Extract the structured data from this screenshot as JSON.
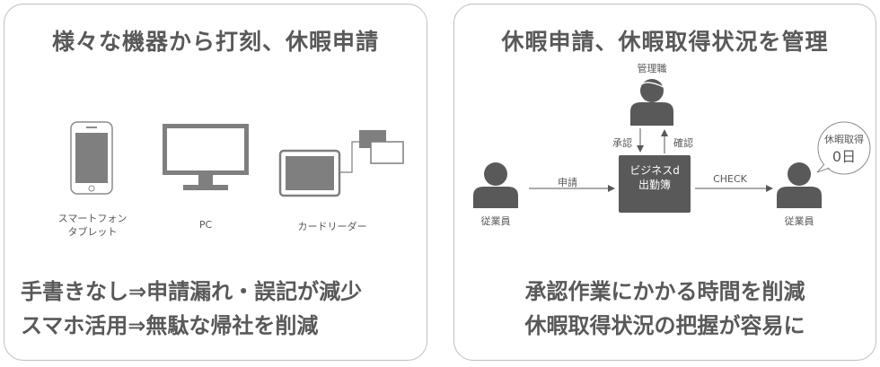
{
  "left_panel": {
    "title": "様々な機器から打刻、休暇申請",
    "device_labels": {
      "smartphone_line1": "スマートフォン",
      "smartphone_line2": "タブレット",
      "pc": "PC",
      "card_reader": "カードリーダー"
    },
    "bottom_line1": "手書きなし⇒申請漏れ・誤記が減少",
    "bottom_line2": "スマホ活用⇒無駄な帰社を削減"
  },
  "right_panel": {
    "title": "休暇申請、休暇取得状況を管理",
    "manager_label": "管理職",
    "approve_label": "承認",
    "confirm_label": "確認",
    "apply_label": "申請",
    "check_label": "CHECK",
    "employee_label_left": "従業員",
    "employee_label_right": "従業員",
    "system_box_line1": "ビジネスd",
    "system_box_line2": "出勤簿",
    "bubble_line1": "休暇取得",
    "bubble_line2": "0日",
    "bottom_line1": "承認作業にかかる時間を削減",
    "bottom_line2": "休暇取得状況の把握が容易に"
  },
  "colors": {
    "icon": "#595959",
    "border": "#bfbfbf",
    "text": "#595959"
  }
}
